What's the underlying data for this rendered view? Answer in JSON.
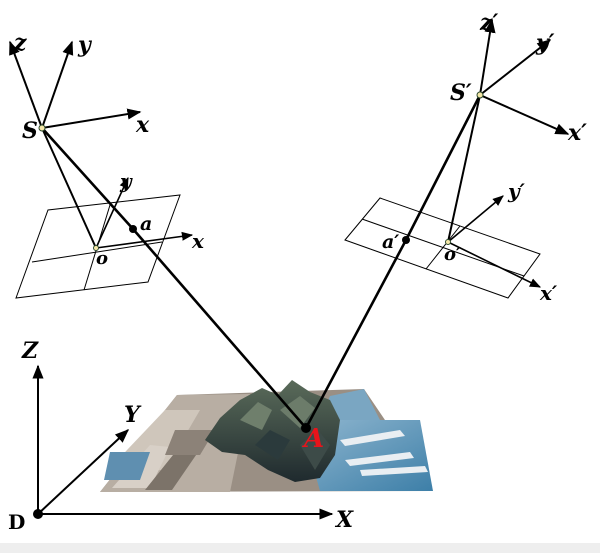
{
  "left_camera": {
    "perspective_center": "S",
    "axes": {
      "x": "x",
      "y": "y",
      "z": "z"
    },
    "image_axes": {
      "x": "x",
      "y": "y"
    },
    "principal_point": "o",
    "image_point": "a"
  },
  "right_camera": {
    "perspective_center": "S′",
    "axes": {
      "x": "x′",
      "y": "y′",
      "z": "z′"
    },
    "image_axes": {
      "x": "x′",
      "y": "y′"
    },
    "principal_point": "o′",
    "image_point": "a′"
  },
  "ground": {
    "origin": "D",
    "axes": {
      "x": "X",
      "y": "Y",
      "z": "Z"
    },
    "object_point": "A",
    "object_point_color": "#e8141b"
  }
}
